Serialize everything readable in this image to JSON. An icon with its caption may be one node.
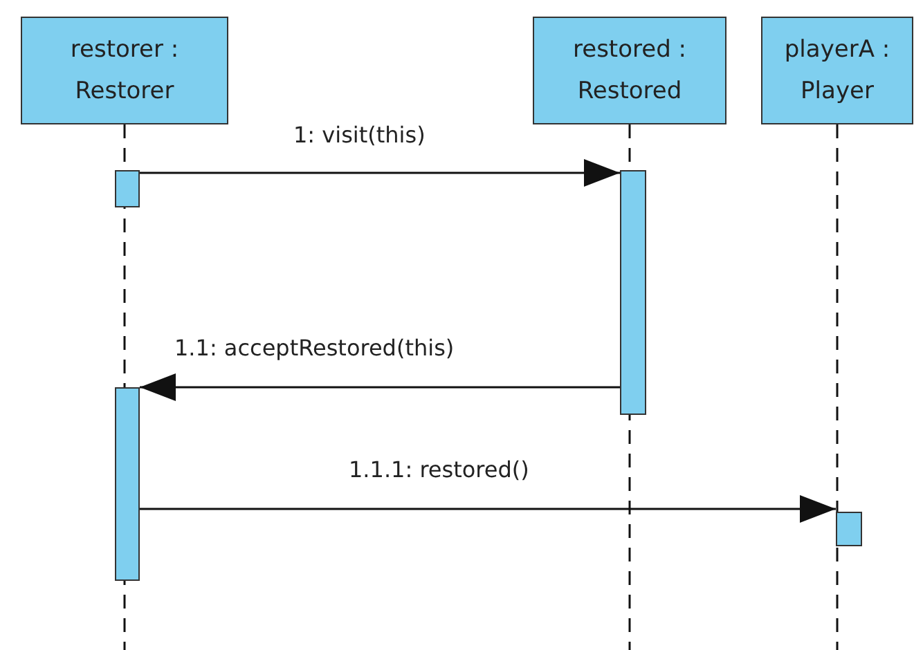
{
  "diagram": {
    "nodes": [
      {
        "text": [
          "restorer : Restorer"
        ]
      },
      {
        "text": [
          "restored : Restored"
        ]
      },
      {
        "text": [
          "playerA : Player"
        ]
      },
      {
        "text": [],
        "shape": "bar"
      },
      {
        "text": [],
        "shape": "bar"
      },
      {
        "text": [],
        "shape": "bar"
      },
      {
        "text": [],
        "shape": "bar"
      }
    ],
    "edges": [
      {
        "from": 3,
        "to": 4,
        "arrow": "to",
        "label": "1: visit(this)"
      },
      {
        "from": 4,
        "to": 5,
        "arrow": "to",
        "label": "1.1: acceptRestored(this)"
      },
      {
        "from": 5,
        "to": 6,
        "arrow": "to",
        "label": "1.1.1: restored()"
      }
    ]
  }
}
